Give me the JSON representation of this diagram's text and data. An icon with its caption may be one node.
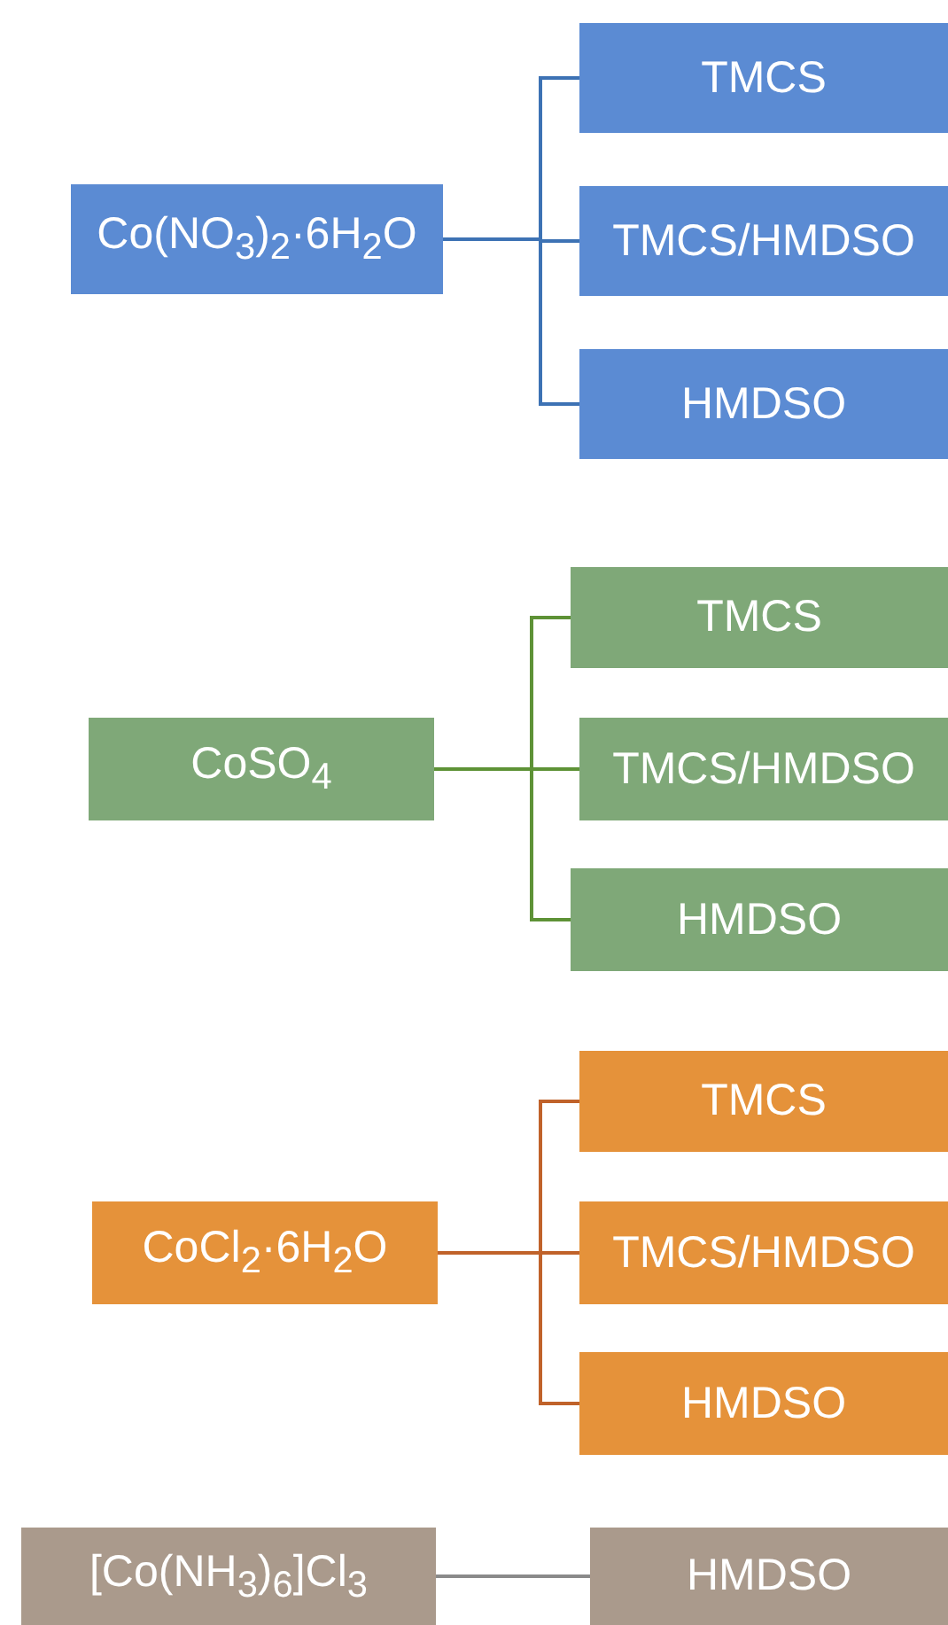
{
  "diagram": {
    "nodes": [
      {
        "text": [
          "Co(NO$_{3}$)$_{2}$·6H$_{2}$O"
        ]
      },
      {
        "text": [
          "TMCS"
        ]
      },
      {
        "text": [
          "TMCS/HMDSO"
        ]
      },
      {
        "text": [
          "HMDSO"
        ]
      },
      {
        "text": [
          "CoSO$_{4}$"
        ]
      },
      {
        "text": [
          "TMCS"
        ]
      },
      {
        "text": [
          "TMCS/HMDSO"
        ]
      },
      {
        "text": [
          "HMDSO"
        ]
      },
      {
        "text": [
          "CoCl$_{2}$·6H$_{2}$O"
        ]
      },
      {
        "text": [
          "TMCS"
        ]
      },
      {
        "text": [
          "TMCS/HMDSO"
        ]
      },
      {
        "text": [
          "HMDSO"
        ]
      },
      {
        "text": [
          "[Co(NH$_{3}$)$_{6}$]Cl$_{3}$"
        ]
      },
      {
        "text": [
          "HMDSO"
        ]
      }
    ],
    "edges": [
      {
        "from": 0,
        "to": 1,
        "arrow": "none",
        "color": "#3d72b4"
      },
      {
        "from": 0,
        "to": 2,
        "arrow": "none",
        "color": "#3d72b4"
      },
      {
        "from": 0,
        "to": 3,
        "arrow": "none",
        "color": "#3d72b4"
      },
      {
        "from": 4,
        "to": 5,
        "arrow": "none",
        "color": "#5e9236"
      },
      {
        "from": 4,
        "to": 6,
        "arrow": "none",
        "color": "#5e9236"
      },
      {
        "from": 4,
        "to": 7,
        "arrow": "none",
        "color": "#5e9236"
      },
      {
        "from": 8,
        "to": 9,
        "arrow": "none",
        "color": "#c0622a"
      },
      {
        "from": 8,
        "to": 10,
        "arrow": "none",
        "color": "#c0622a"
      },
      {
        "from": 8,
        "to": 11,
        "arrow": "none",
        "color": "#c0622a"
      },
      {
        "from": 12,
        "to": 13,
        "arrow": "none",
        "color": "#8a8a8a"
      }
    ]
  }
}
